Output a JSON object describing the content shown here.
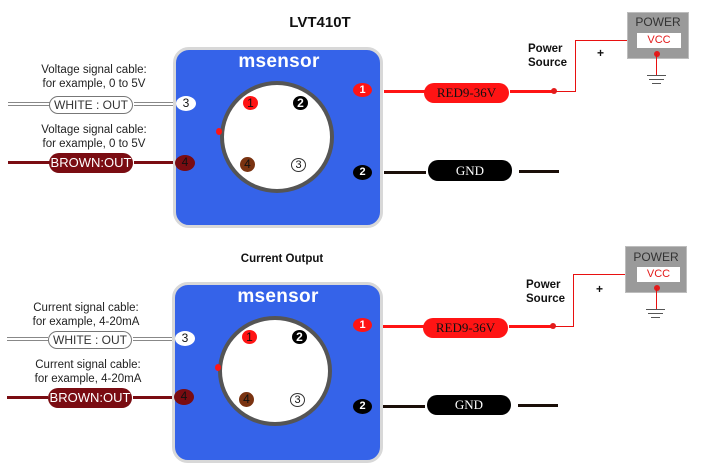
{
  "sections": [
    {
      "title": "LVT410T",
      "brand": "msensor",
      "left_cables": [
        {
          "caption_line1": "Voltage signal cable:",
          "caption_line2": "for example, 0 to 5V",
          "label": "WHITE : OUT",
          "pin": "3",
          "color": "white"
        },
        {
          "caption_line1": "Voltage signal cable:",
          "caption_line2": "for example, 0 to 5V",
          "label": "BROWN:OUT",
          "pin": "4",
          "color": "brown"
        }
      ],
      "connector_pins": [
        "1",
        "2",
        "4",
        "3"
      ],
      "right_cables": [
        {
          "pin": "1",
          "label": "RED9-36V",
          "color": "red"
        },
        {
          "pin": "2",
          "label": "GND",
          "color": "black"
        }
      ],
      "power_source": {
        "label_line1": "Power",
        "label_line2": "Source",
        "plus": "+",
        "power": "POWER",
        "vcc": "VCC"
      }
    },
    {
      "title": "Current Output",
      "brand": "msensor",
      "left_cables": [
        {
          "caption_line1": "Current signal cable:",
          "caption_line2": "for example, 4-20mA",
          "label": "WHITE : OUT",
          "pin": "3",
          "color": "white"
        },
        {
          "caption_line1": "Current signal cable:",
          "caption_line2": "for example, 4-20mA",
          "label": "BROWN:OUT",
          "pin": "4",
          "color": "brown"
        }
      ],
      "connector_pins": [
        "1",
        "2",
        "4",
        "3"
      ],
      "right_cables": [
        {
          "pin": "1",
          "label": "RED9-36V",
          "color": "red"
        },
        {
          "pin": "2",
          "label": "GND",
          "color": "black"
        }
      ],
      "power_source": {
        "label_line1": "Power",
        "label_line2": "Source",
        "plus": "+",
        "power": "POWER",
        "vcc": "VCC"
      }
    }
  ],
  "colors": {
    "box_blue": "#3563e9",
    "wire_red": "#ff1414",
    "wire_brown": "#7a0c12",
    "pin_brown_inner": "#7a3311",
    "wire_black": "#000000",
    "power_gray": "#9a9a9a",
    "vcc_red": "#e31b1b"
  }
}
